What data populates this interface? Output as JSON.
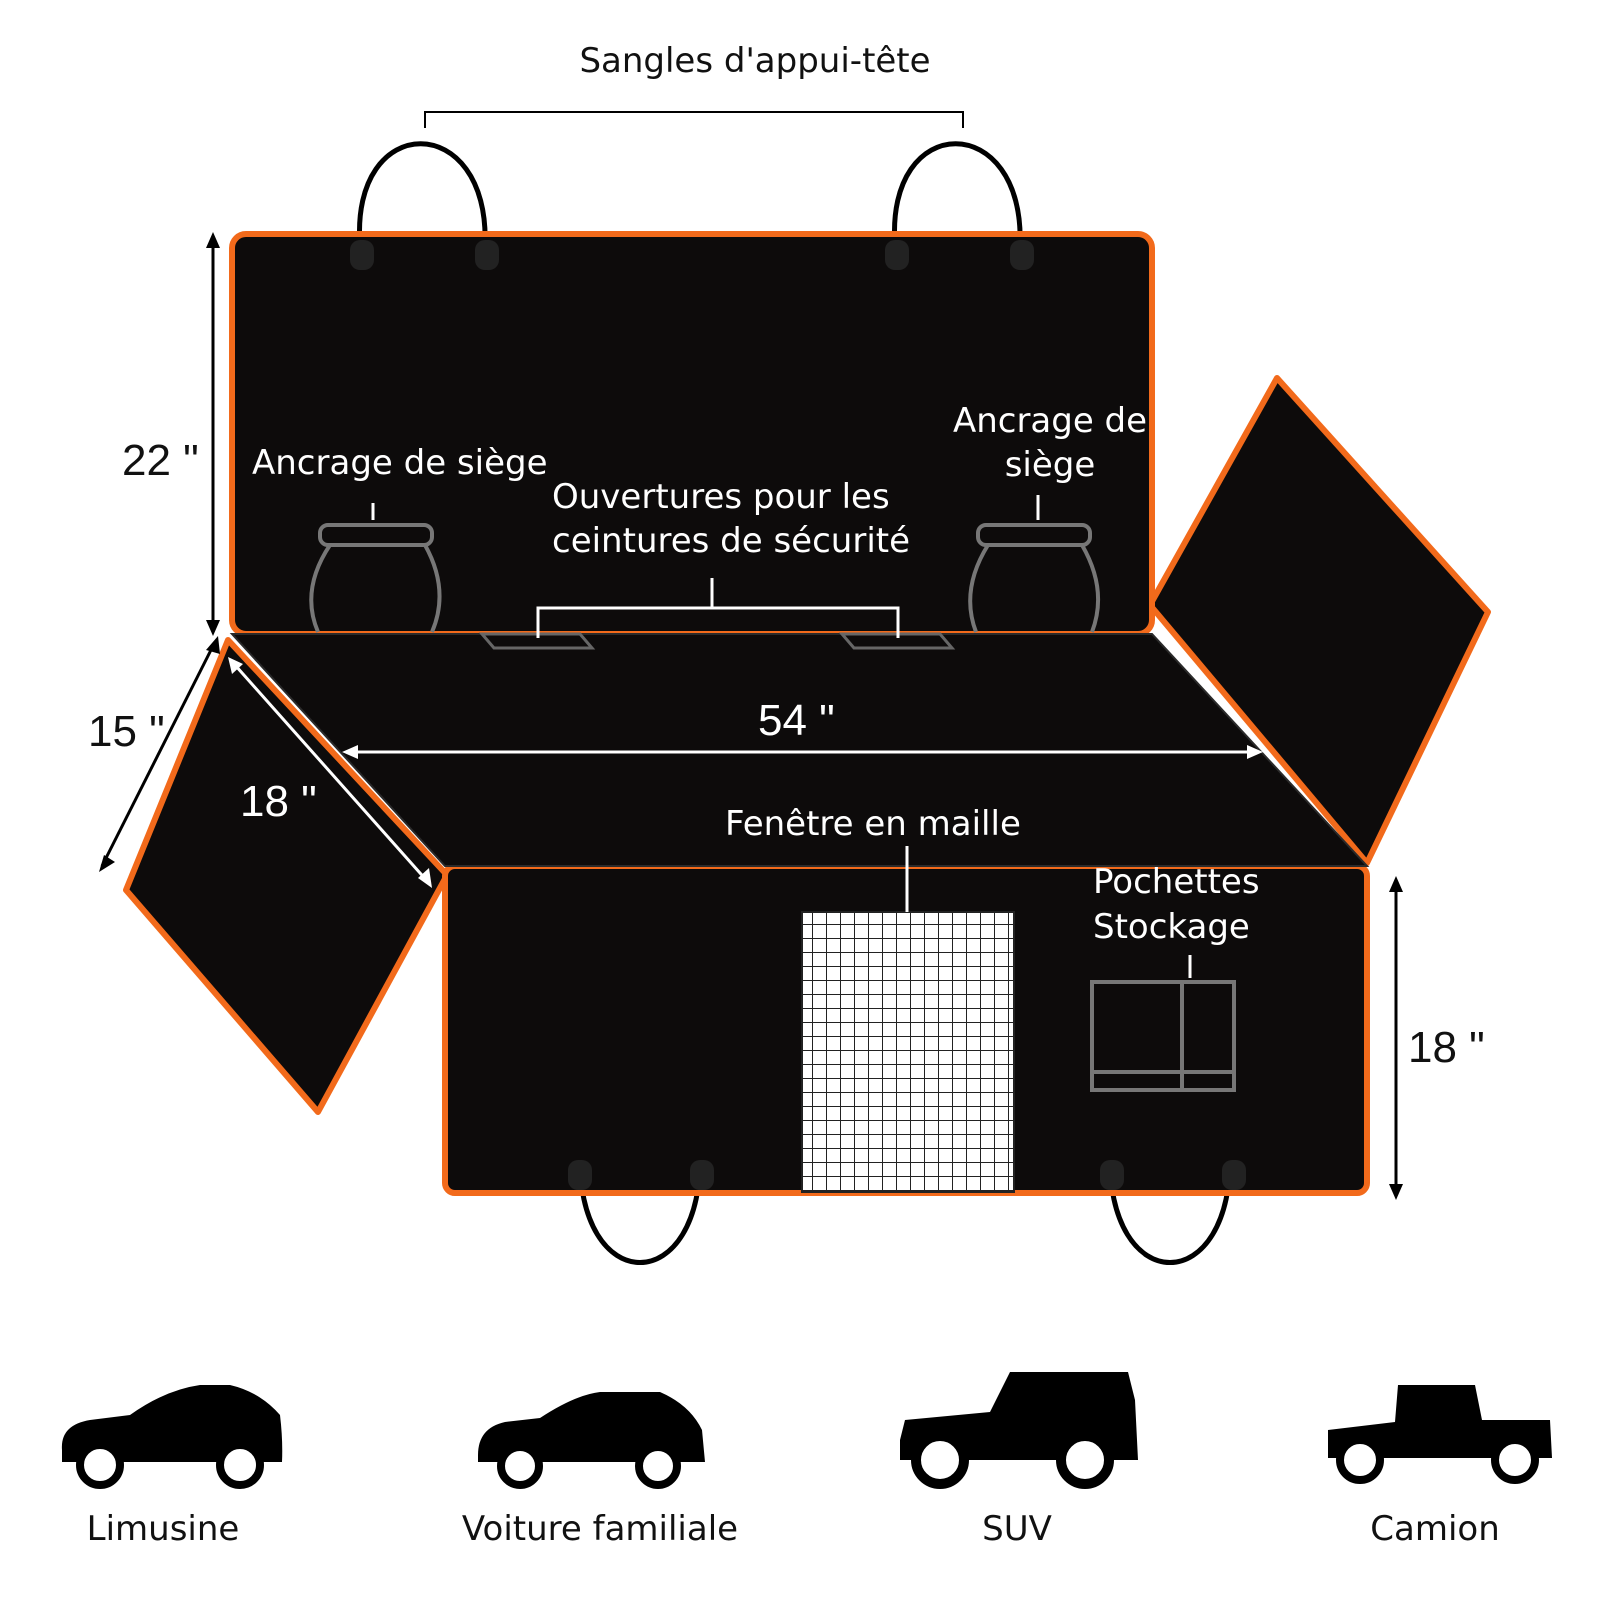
{
  "labels": {
    "headrest_straps": "Sangles d'appui-tête",
    "seat_anchor_left": "Ancrage de siège",
    "seat_anchor_right_1": "Ancrage de",
    "seat_anchor_right_2": "siège",
    "belt_openings_1": "Ouvertures pour les",
    "belt_openings_2": "ceintures de sécurité",
    "mesh_window": "Fenêtre en maille",
    "pockets_1": "Pochettes",
    "pockets_2": "Stockage"
  },
  "dimensions": {
    "back_height": "22 \"",
    "side_flap_width": "15 \"",
    "side_flap_length": "18 \"",
    "seat_width": "54 \"",
    "front_height": "18 \""
  },
  "vehicles": [
    {
      "label": "Limusine",
      "icon": "sedan-icon"
    },
    {
      "label": "Voiture familiale",
      "icon": "wagon-icon"
    },
    {
      "label": "SUV",
      "icon": "suv-icon"
    },
    {
      "label": "Camion",
      "icon": "truck-icon"
    }
  ],
  "colors": {
    "trim": "#f26a1b",
    "fabric": "#0d0b0b",
    "line": "#ffffff"
  }
}
